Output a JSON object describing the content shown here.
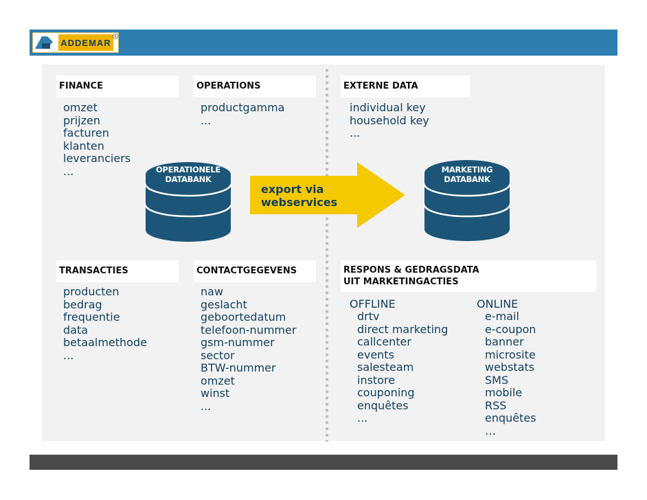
{
  "brand": {
    "name": "ADDEMAR",
    "registered": "R"
  },
  "sections": {
    "finance": {
      "title": "FINANCE",
      "items": [
        "omzet",
        "prijzen",
        "facturen",
        "klanten",
        "leveranciers",
        "..."
      ]
    },
    "operations": {
      "title": "OPERATIONS",
      "items": [
        "productgamma",
        "..."
      ]
    },
    "externe_data": {
      "title": "EXTERNE DATA",
      "items": [
        "individual key",
        "household key",
        "..."
      ]
    },
    "transacties": {
      "title": "TRANSACTIES",
      "items": [
        "producten",
        "bedrag",
        "frequentie",
        "data",
        "betaalmethode",
        "..."
      ]
    },
    "contactgegevens": {
      "title": "CONTACTGEGEVENS",
      "items": [
        "naw",
        "geslacht",
        "geboortedatum",
        "telefoon-nummer",
        "gsm-nummer",
        "sector",
        "BTW-nummer",
        "omzet",
        "winst",
        "..."
      ]
    },
    "respons": {
      "title_line1": "RESPONS & GEDRAGSDATA",
      "title_line2": "UIT MARKETINGACTIES",
      "offline": {
        "title": "OFFLINE",
        "items": [
          "drtv",
          "direct marketing",
          "callcenter",
          "events",
          "salesteam",
          "instore",
          "couponing",
          "enquêtes",
          "..."
        ]
      },
      "online": {
        "title": "ONLINE",
        "items": [
          "e-mail",
          "e-coupon",
          "banner",
          "microsite",
          "webstats",
          "SMS",
          "mobile",
          "RSS",
          "enquêtes",
          "…"
        ]
      }
    }
  },
  "databases": {
    "operational": {
      "line1": "OPERATIONELE",
      "line2": "DATABANK"
    },
    "marketing": {
      "line1": "MARKETING",
      "line2": "DATABANK"
    }
  },
  "arrow": {
    "line1": "export via",
    "line2": "webservices"
  },
  "colors": {
    "header": "#2e7fb0",
    "db": "#1c5577",
    "text": "#123e5e",
    "arrow": "#f5c900",
    "footer": "#4a4a4a"
  }
}
